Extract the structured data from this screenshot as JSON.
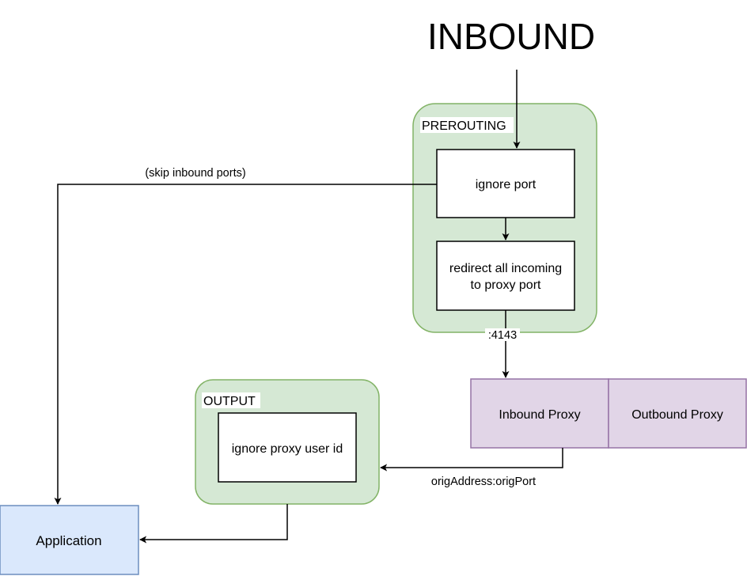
{
  "title": "INBOUND",
  "groups": {
    "prerouting": {
      "label": "PREROUTING"
    },
    "output": {
      "label": "OUTPUT"
    }
  },
  "nodes": {
    "ignore_port": {
      "label": "ignore port"
    },
    "redirect": {
      "line1": "redirect all incoming",
      "line2": "to proxy port"
    },
    "inbound_proxy": {
      "label": "Inbound Proxy"
    },
    "outbound_proxy": {
      "label": "Outbound Proxy"
    },
    "ignore_proxy_user": {
      "label": "ignore proxy user id"
    },
    "application": {
      "label": "Application"
    }
  },
  "edges": {
    "skip_inbound": {
      "label": "(skip inbound ports)"
    },
    "proxy_port": {
      "label": ":4143"
    },
    "orig_address": {
      "label": "origAddress:origPort"
    }
  },
  "colors": {
    "group_fill": "#d5e8d4",
    "group_stroke": "#82b366",
    "proxy_fill": "#e1d5e7",
    "proxy_stroke": "#9673a6",
    "app_fill": "#dae8fc",
    "app_stroke": "#6c8ebf"
  }
}
